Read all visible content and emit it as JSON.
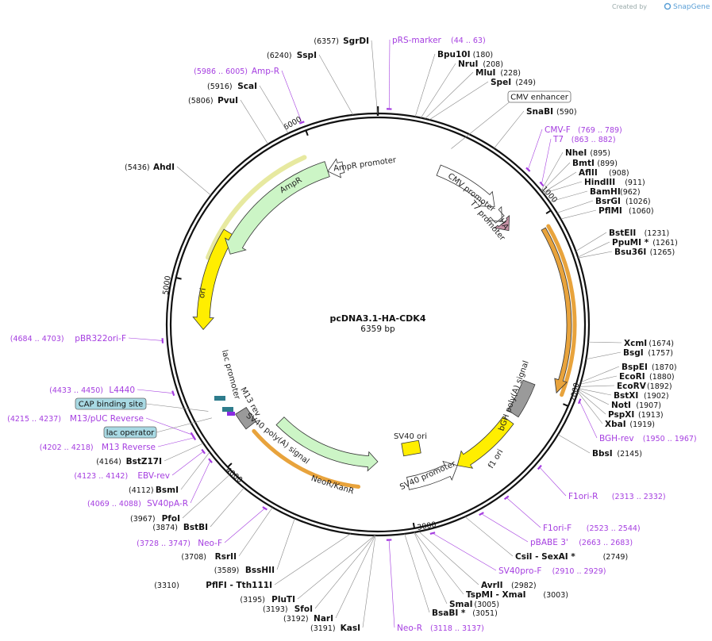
{
  "credit": {
    "prefix": "Created by",
    "brand": "SnapGene"
  },
  "plasmid": {
    "name": "pcDNA3.1-HA-CDK4",
    "size": "6359 bp",
    "length": 6359
  },
  "ticks": [
    {
      "label": "1000",
      "pos": 1000
    },
    {
      "label": "2000",
      "pos": 2000
    },
    {
      "label": "3000",
      "pos": 3000
    },
    {
      "label": "4000",
      "pos": 4000
    },
    {
      "label": "5000",
      "pos": 5000
    },
    {
      "label": "6000",
      "pos": 6000
    }
  ],
  "enzymes": [
    {
      "name": "Bpu10I",
      "pos": "(180)",
      "site": 180
    },
    {
      "name": "NruI",
      "pos": "(208)",
      "site": 208
    },
    {
      "name": "MluI",
      "pos": "(228)",
      "site": 228
    },
    {
      "name": "SpeI",
      "pos": "(249)",
      "site": 249
    },
    {
      "name": "SnaBI",
      "pos": "(590)",
      "site": 590
    },
    {
      "name": "NheI",
      "pos": "(895)",
      "site": 895
    },
    {
      "name": "BmtI",
      "pos": "(899)",
      "site": 899
    },
    {
      "name": "AflII",
      "pos": "(908)",
      "site": 908
    },
    {
      "name": "HindIII",
      "pos": "(911)",
      "site": 911
    },
    {
      "name": "BamHI",
      "pos": "(962)",
      "site": 962
    },
    {
      "name": "BsrGI",
      "pos": "(1026)",
      "site": 1026
    },
    {
      "name": "PflMI",
      "pos": "(1060)",
      "site": 1060
    },
    {
      "name": "BstEII",
      "pos": "(1231)",
      "site": 1231
    },
    {
      "name": "PpuMI *",
      "pos": "(1261)",
      "site": 1261
    },
    {
      "name": "Bsu36I",
      "pos": "(1265)",
      "site": 1265
    },
    {
      "name": "XcmI",
      "pos": "(1674)",
      "site": 1674
    },
    {
      "name": "BsgI",
      "pos": "(1757)",
      "site": 1757
    },
    {
      "name": "BspEI",
      "pos": "(1870)",
      "site": 1870
    },
    {
      "name": "EcoRI",
      "pos": "(1880)",
      "site": 1880
    },
    {
      "name": "EcoRV",
      "pos": "(1892)",
      "site": 1892
    },
    {
      "name": "BstXI",
      "pos": "(1902)",
      "site": 1902
    },
    {
      "name": "NotI",
      "pos": "(1907)",
      "site": 1907
    },
    {
      "name": "PspXI",
      "pos": "(1913)",
      "site": 1913
    },
    {
      "name": "XbaI",
      "pos": "(1919)",
      "site": 1919
    },
    {
      "name": "BbsI",
      "pos": "(2145)",
      "site": 2145
    },
    {
      "name": "CsiI  -  SexAI *",
      "pos": "(2749)",
      "site": 2749
    },
    {
      "name": "AvrII",
      "pos": "(2982)",
      "site": 2982
    },
    {
      "name": "TspMI  -  XmaI",
      "pos": "(3003)",
      "site": 3003
    },
    {
      "name": "SmaI",
      "pos": "(3005)",
      "site": 3005
    },
    {
      "name": "BsaBI *",
      "pos": "(3051)",
      "site": 3051
    },
    {
      "name": "SgrDI",
      "pos": "(6357)",
      "site": 6357
    },
    {
      "name": "SspI",
      "pos": "(6240)",
      "site": 6240
    },
    {
      "name": "ScaI",
      "pos": "(5916)",
      "site": 5916
    },
    {
      "name": "PvuI",
      "pos": "(5806)",
      "site": 5806
    },
    {
      "name": "AhdI",
      "pos": "(5436)",
      "site": 5436
    },
    {
      "name": "BstZ17I",
      "pos": "(4164)",
      "site": 4164
    },
    {
      "name": "BsmI",
      "pos": "(4112)",
      "site": 4112
    },
    {
      "name": "PfoI",
      "pos": "(3967)",
      "site": 3967
    },
    {
      "name": "BstBI",
      "pos": "(3874)",
      "site": 3874
    },
    {
      "name": "RsrII",
      "pos": "(3708)",
      "site": 3708
    },
    {
      "name": "BssHII",
      "pos": "(3589)",
      "site": 3589
    },
    {
      "name": "PflFI  -  Tth111I",
      "pos": "(3310)",
      "site": 3310
    },
    {
      "name": "PluTI",
      "pos": "(3195)",
      "site": 3195
    },
    {
      "name": "SfoI",
      "pos": "(3193)",
      "site": 3193
    },
    {
      "name": "NarI",
      "pos": "(3192)",
      "site": 3192
    },
    {
      "name": "KasI",
      "pos": "(3191)",
      "site": 3191
    }
  ],
  "primers": [
    {
      "name": "pRS-marker",
      "range": "(44 .. 63)",
      "site": 53
    },
    {
      "name": "CMV-F",
      "range": "(769 .. 789)",
      "site": 779
    },
    {
      "name": "T7",
      "range": "(863 .. 882)",
      "site": 872
    },
    {
      "name": "BGH-rev",
      "range": "(1950 .. 1967)",
      "site": 1958
    },
    {
      "name": "F1ori-R",
      "range": "(2313 .. 2332)",
      "site": 2322
    },
    {
      "name": "F1ori-F",
      "range": "(2523 .. 2544)",
      "site": 2533
    },
    {
      "name": "pBABE 3'",
      "range": "(2663 .. 2683)",
      "site": 2673
    },
    {
      "name": "SV40pro-F",
      "range": "(2910 .. 2929)",
      "site": 2920
    },
    {
      "name": "Neo-R",
      "range": "(3118 .. 3137)",
      "site": 3127
    },
    {
      "name": "Neo-F",
      "range": "(3728 .. 3747)",
      "site": 3737
    },
    {
      "name": "SV40pA-R",
      "range": "(4069 .. 4088)",
      "site": 4078
    },
    {
      "name": "EBV-rev",
      "range": "(4123 .. 4142)",
      "site": 4132
    },
    {
      "name": "M13 Reverse",
      "range": "(4202 .. 4218)",
      "site": 4210
    },
    {
      "name": "M13/pUC Reverse",
      "range": "(4215 .. 4237)",
      "site": 4226
    },
    {
      "name": "L4440",
      "range": "(4433 .. 4450)",
      "site": 4441
    },
    {
      "name": "pBR322ori-F",
      "range": "(4684 .. 4703)",
      "site": 4693
    },
    {
      "name": "Amp-R",
      "range": "(5986 .. 6005)",
      "site": 5995
    }
  ],
  "boxed_features": [
    {
      "name": "CMV enhancer"
    },
    {
      "name": "CAP binding site"
    },
    {
      "name": "lac operator"
    }
  ],
  "features": {
    "cmv_promoter": "CMV promoter",
    "t7_promoter": "T7 promoter",
    "ha": "HA",
    "cdk4": "",
    "bgh": "bGH poly(A) signal",
    "f1": "f1 ori",
    "sv40_promoter": "SV40 promoter",
    "sv40_ori": "SV40 ori",
    "neor": "NeoR/KanR",
    "sv40pa": "SV40 poly(A) signal",
    "m13rev": "M13 rev",
    "lac_promoter": "lac promoter",
    "ori": "ori",
    "ampr": "AmpR",
    "ampr_promoter": "AmpR promoter"
  },
  "colors": {
    "primer": "#a53ee0",
    "ori": "#ffee00",
    "ampr": "#ccf5c6",
    "ampr_orf": "#2f7a17",
    "orf_highlight": "#e8a33c",
    "grey": "#9a9a9a",
    "boxed": "#a8d9e3"
  }
}
